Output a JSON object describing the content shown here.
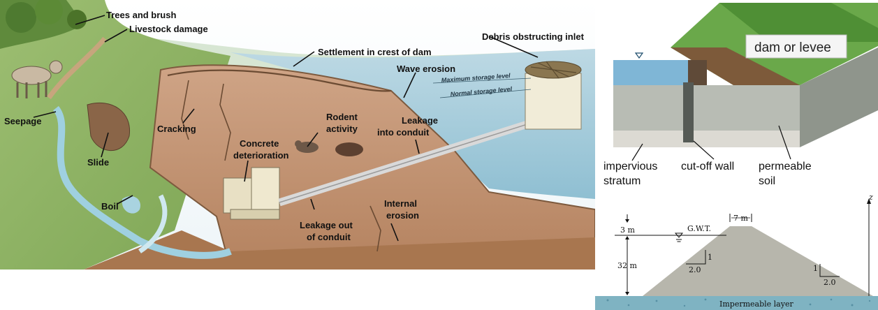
{
  "dam_illustration": {
    "labels": {
      "trees": "Trees and brush",
      "livestock": "Livestock damage",
      "debris": "Debris obstructing inlet",
      "settlement": "Settlement in crest of dam",
      "wave": "Wave erosion",
      "max_level": "Maximum storage level",
      "normal_level": "Normal storage level",
      "seepage": "Seepage",
      "cracking": "Cracking",
      "rodent_1": "Rodent",
      "rodent_2": "activity",
      "leak_into_1": "Leakage",
      "leak_into_2": "into conduit",
      "concrete_1": "Concrete",
      "concrete_2": "deterioration",
      "slide": "Slide",
      "boil": "Boil",
      "internal_1": "Internal",
      "internal_2": "erosion",
      "leak_out_1": "Leakage out",
      "leak_out_2": "of conduit"
    }
  },
  "levee_section": {
    "title": "dam or levee",
    "impervious_1": "impervious",
    "impervious_2": "stratum",
    "cutoff": "cut-off wall",
    "permeable_1": "permeable",
    "permeable_2": "soil"
  },
  "embankment": {
    "crest": "7 m",
    "depth_top": "3 m",
    "gwt": "G.W.T.",
    "height": "32 m",
    "slope_v_left": "1",
    "slope_h_left": "2.0",
    "slope_v_right": "1",
    "slope_h_right": "2.0",
    "axis": "z",
    "base": "Impermeable layer"
  }
}
